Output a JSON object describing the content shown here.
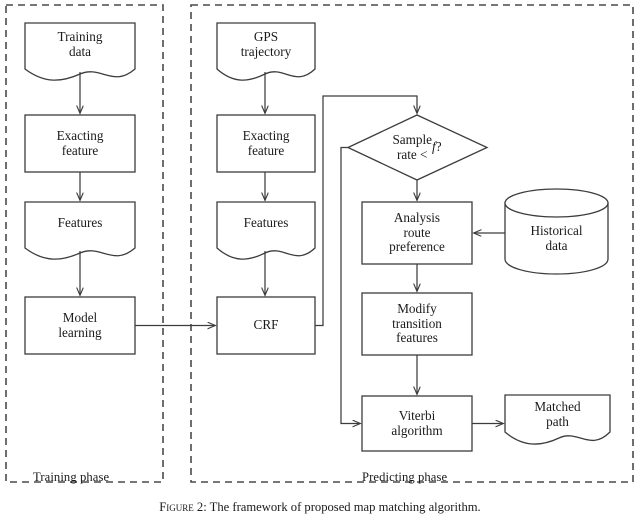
{
  "figure": {
    "caption_prefix": "Figure 2",
    "caption_text": ": The framework of proposed map matching algorithm.",
    "caption_full": "Figure 2: The framework of proposed map matching algorithm."
  },
  "phases": [
    {
      "id": "training",
      "label": "Training phase"
    },
    {
      "id": "predicting",
      "label": "Predicting phase"
    }
  ],
  "nodes": [
    {
      "id": "training-data",
      "label": "Training\ndata",
      "shape": "document"
    },
    {
      "id": "exacting-feature-1",
      "label": "Exacting\nfeature",
      "shape": "process"
    },
    {
      "id": "features-1",
      "label": "Features",
      "shape": "document"
    },
    {
      "id": "model-learning",
      "label": "Model\nlearning",
      "shape": "process"
    },
    {
      "id": "gps-trajectory",
      "label": "GPS\ntrajectory",
      "shape": "document"
    },
    {
      "id": "exacting-feature-2",
      "label": "Exacting\nfeature",
      "shape": "process"
    },
    {
      "id": "features-2",
      "label": "Features",
      "shape": "document"
    },
    {
      "id": "crf",
      "label": "CRF",
      "shape": "process"
    },
    {
      "id": "sample-rate",
      "label": "Sample\nrate < f?",
      "shape": "decision"
    },
    {
      "id": "analysis-route",
      "label": "Analysis\nroute\npreference",
      "shape": "process"
    },
    {
      "id": "historical-data",
      "label": "Historical\ndata",
      "shape": "database"
    },
    {
      "id": "modify-transition",
      "label": "Modify\ntransition\nfeatures",
      "shape": "process"
    },
    {
      "id": "viterbi",
      "label": "Viterbi\nalgorithm",
      "shape": "process"
    },
    {
      "id": "matched-path",
      "label": "Matched\npath",
      "shape": "document"
    }
  ],
  "edges": [
    {
      "from": "training-data",
      "to": "exacting-feature-1"
    },
    {
      "from": "exacting-feature-1",
      "to": "features-1"
    },
    {
      "from": "features-1",
      "to": "model-learning"
    },
    {
      "from": "model-learning",
      "to": "crf"
    },
    {
      "from": "gps-trajectory",
      "to": "exacting-feature-2"
    },
    {
      "from": "exacting-feature-2",
      "to": "features-2"
    },
    {
      "from": "features-2",
      "to": "crf"
    },
    {
      "from": "crf",
      "to": "sample-rate"
    },
    {
      "from": "sample-rate",
      "to": "analysis-route"
    },
    {
      "from": "sample-rate",
      "to": "viterbi"
    },
    {
      "from": "historical-data",
      "to": "analysis-route"
    },
    {
      "from": "analysis-route",
      "to": "modify-transition"
    },
    {
      "from": "modify-transition",
      "to": "viterbi"
    },
    {
      "from": "viterbi",
      "to": "matched-path"
    }
  ],
  "style": {
    "stroke": "#3c3c3c",
    "fill": "#ffffff",
    "dashed_border": "#4a4a4a",
    "text": "#1a1a1a"
  }
}
